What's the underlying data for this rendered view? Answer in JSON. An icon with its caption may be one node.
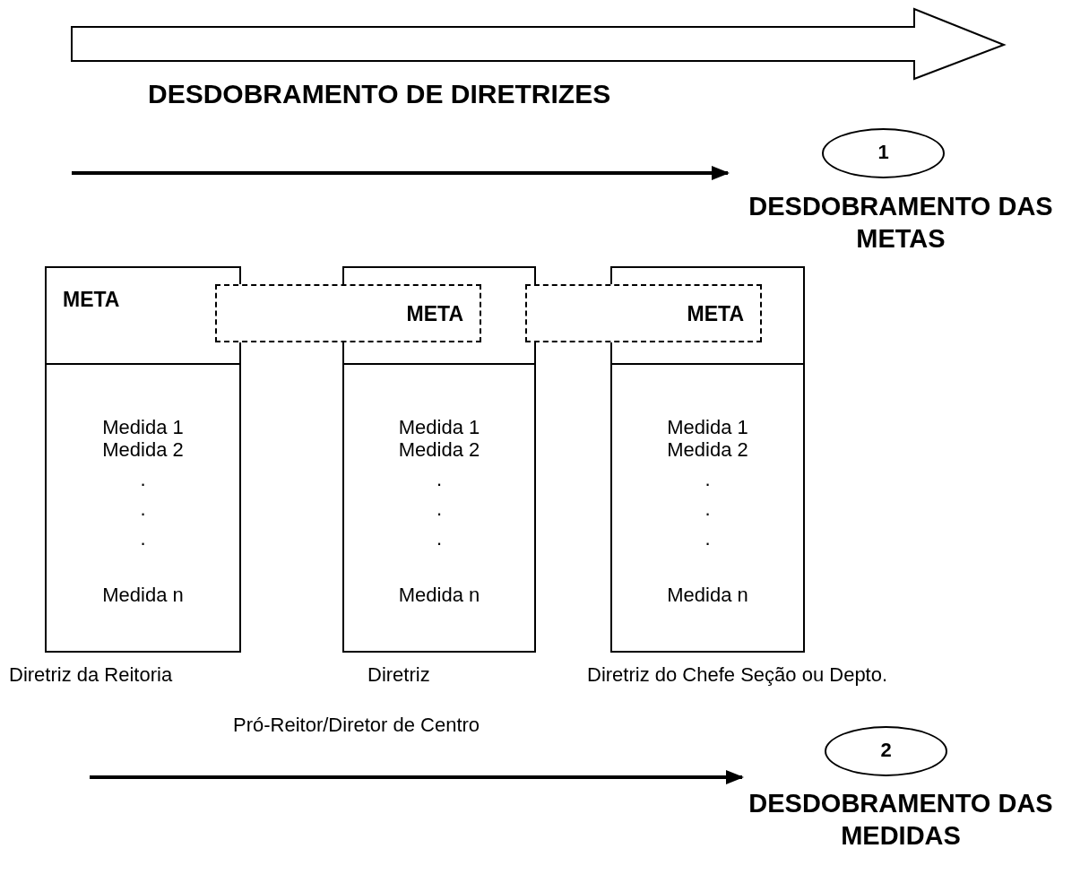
{
  "diagram": {
    "nodes": [
      {
        "text": [
          "META",
          "Medida 1",
          "Medida 2",
          ".",
          ".",
          ".",
          "Medida n"
        ],
        "beside": [
          "Diretriz da Reitoria"
        ]
      },
      {
        "text": [
          "Medida 1",
          "Medida 2",
          ".",
          ".",
          ".",
          "Medida n"
        ],
        "beside": [
          "Diretriz",
          "Pró-Reitor/Diretor de Centro"
        ]
      },
      {
        "text": [
          "Medida 1",
          "Medida 2",
          ".",
          ".",
          ".",
          "Medida n"
        ],
        "beside": [
          "Diretriz do Chefe Seção ou Depto."
        ]
      },
      {
        "text": [
          "META"
        ]
      },
      {
        "text": [
          "META"
        ]
      },
      {
        "text": [
          "1"
        ],
        "beside": [
          "DESDOBRAMENTO DAS METAS"
        ]
      },
      {
        "text": [
          "2"
        ],
        "beside": [
          "DESDOBRAMENTO DAS MEDIDAS"
        ]
      }
    ],
    "labels": [
      "DESDOBRAMENTO DE DIRETRIZES"
    ]
  }
}
